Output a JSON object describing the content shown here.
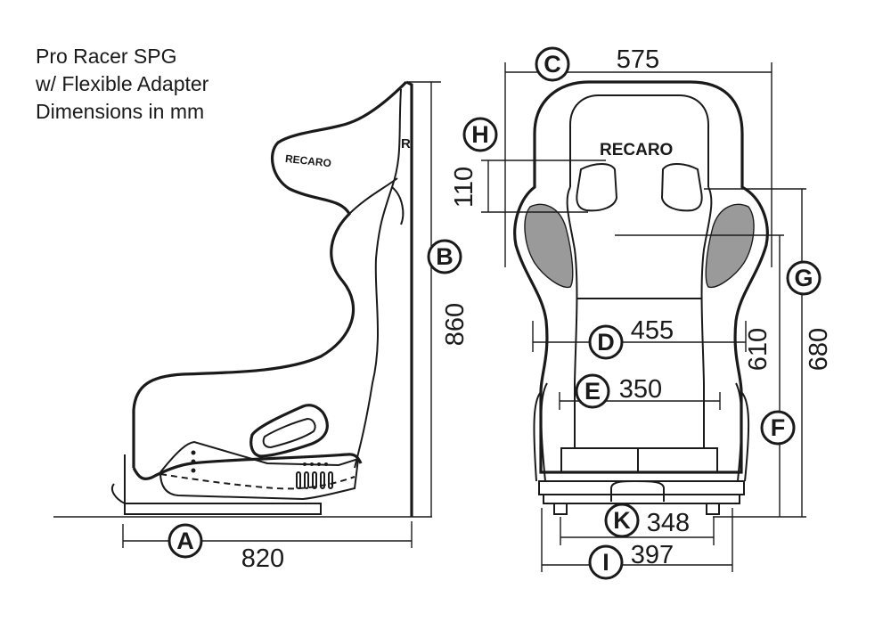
{
  "caption": {
    "line1": "Pro Racer SPG",
    "line2": "w/ Flexible Adapter",
    "line3": "Dimensions in mm"
  },
  "brand": "RECARO",
  "dimensions": {
    "A": {
      "letter": "A",
      "value": "820"
    },
    "B": {
      "letter": "B",
      "value": "860"
    },
    "C": {
      "letter": "C",
      "value": "575"
    },
    "D": {
      "letter": "D",
      "value": "455"
    },
    "E": {
      "letter": "E",
      "value": "350"
    },
    "F": {
      "letter": "F",
      "value": "610"
    },
    "G": {
      "letter": "G",
      "value": "680"
    },
    "H": {
      "letter": "H",
      "value": "110"
    },
    "I": {
      "letter": "I",
      "value": "397"
    },
    "K": {
      "letter": "K",
      "value": "348"
    }
  }
}
